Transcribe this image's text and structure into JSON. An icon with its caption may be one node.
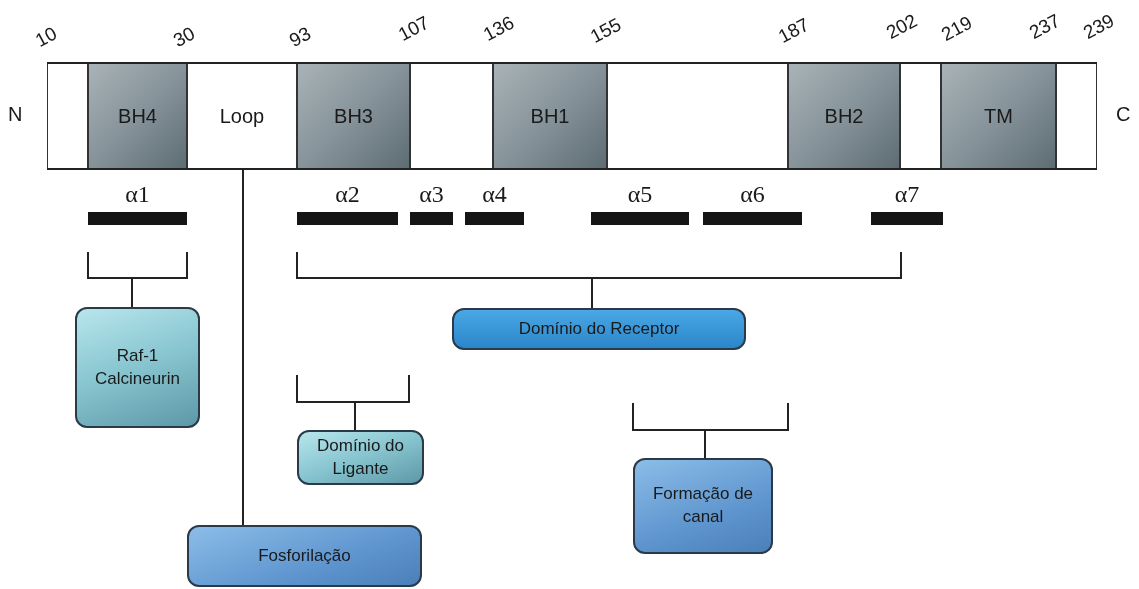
{
  "diagram": {
    "nodes": [
      {
        "text": [],
        "shape": "bar"
      },
      {
        "text": [],
        "shape": "box",
        "in": 0
      },
      {
        "text": [
          "BH4"
        ],
        "in": 0
      },
      {
        "text": [
          "Loop"
        ],
        "in": 0
      },
      {
        "text": [
          "BH3"
        ],
        "in": 0
      },
      {
        "text": [],
        "shape": "box",
        "in": 0
      },
      {
        "text": [
          "BH1"
        ],
        "in": 0
      },
      {
        "text": [],
        "shape": "box",
        "in": 0
      },
      {
        "text": [
          "BH2"
        ],
        "in": 0
      },
      {
        "text": [],
        "shape": "box",
        "in": 0
      },
      {
        "text": [
          "TM"
        ],
        "in": 0
      },
      {
        "text": [],
        "shape": "box",
        "in": 0
      },
      {
        "text": [
          "α1"
        ]
      },
      {
        "text": [
          "α2"
        ]
      },
      {
        "text": [
          "α3"
        ]
      },
      {
        "text": [
          "α4"
        ]
      },
      {
        "text": [
          "α5"
        ]
      },
      {
        "text": [
          "α6"
        ]
      },
      {
        "text": [
          "α7"
        ]
      },
      {
        "text": [
          "Raf-1 Calcineurin"
        ]
      },
      {
        "text": [
          "Domínio do Receptor"
        ]
      },
      {
        "text": [
          "Domínio do Ligante"
        ]
      },
      {
        "text": [
          "Formação de canal"
        ]
      },
      {
        "text": [
          "Fosforilação"
        ]
      }
    ],
    "edges": [
      {
        "from": null,
        "to": 19,
        "arrow": "none"
      },
      {
        "from": null,
        "to": 20,
        "arrow": "none"
      },
      {
        "from": null,
        "to": 21,
        "arrow": "none"
      },
      {
        "from": null,
        "to": 22,
        "arrow": "none"
      },
      {
        "from": 3,
        "to": 23,
        "arrow": "none"
      }
    ],
    "labels": [
      "10",
      "30",
      "93",
      "107",
      "136",
      "155",
      "187",
      "202",
      "219",
      "237",
      "239",
      "N",
      "C"
    ]
  }
}
